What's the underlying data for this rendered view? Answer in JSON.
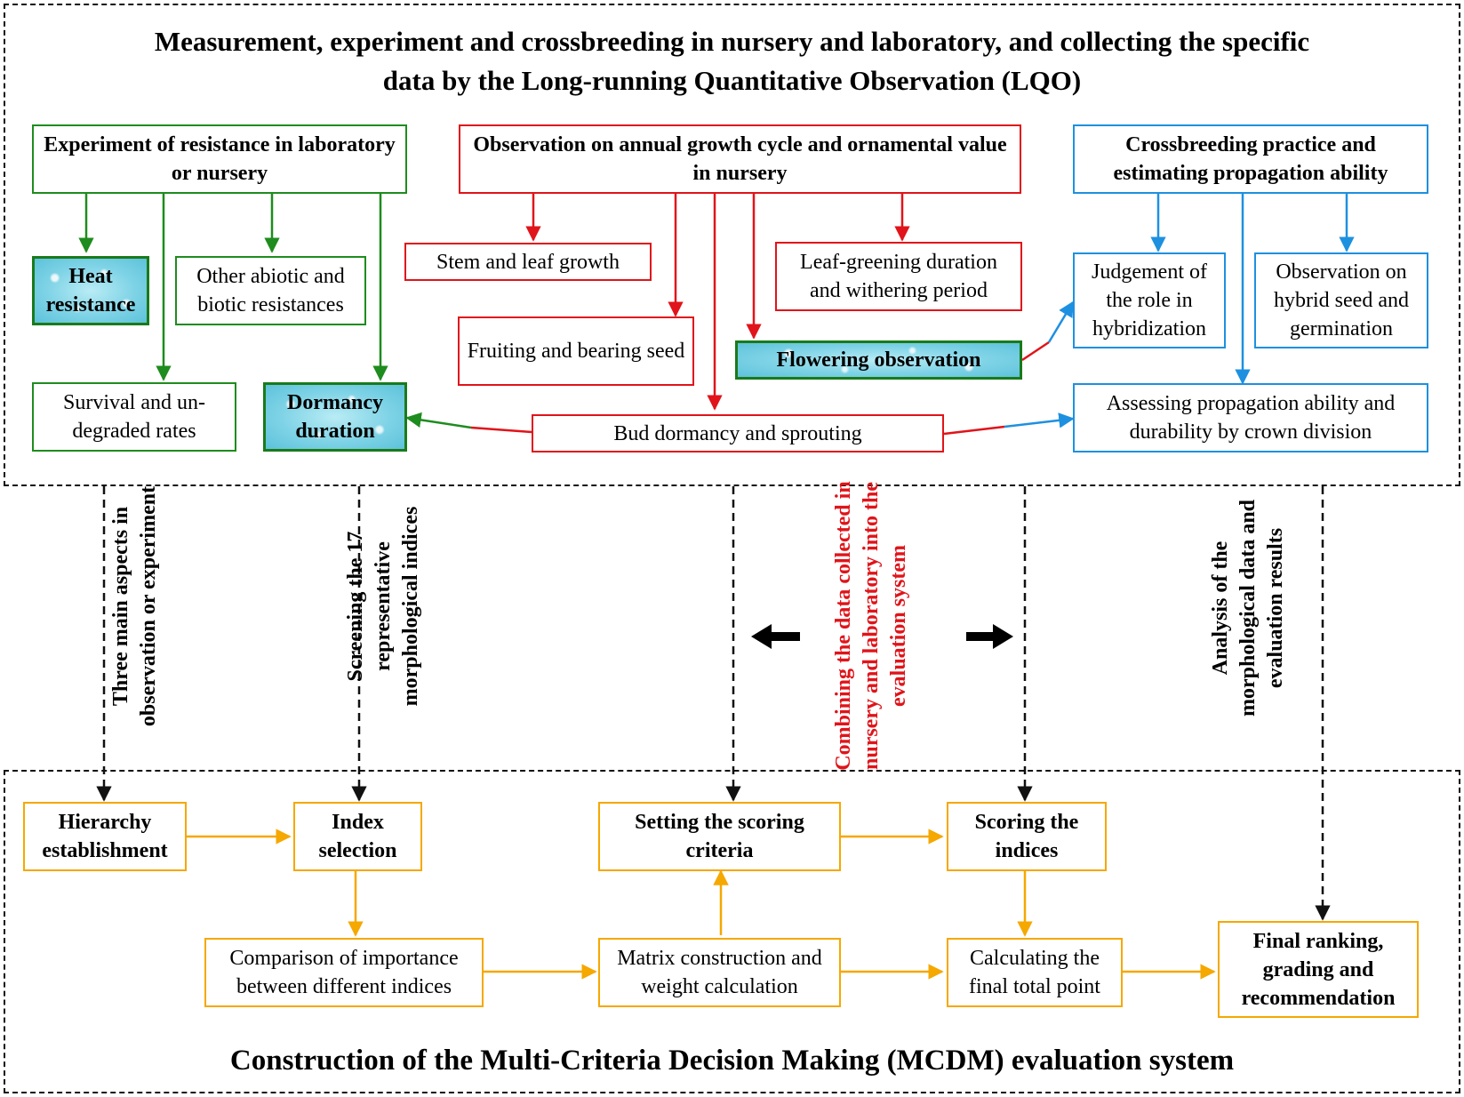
{
  "top_section": {
    "title_line1": "Measurement, experiment and crossbreeding in nursery and laboratory, and collecting the specific",
    "title_line2": "data by the Long-running Quantitative Observation (LQO)"
  },
  "green_group": {
    "header": "Experiment of resistance in laboratory or nursery",
    "heat_resistance": "Heat resistance",
    "other_resistances": "Other abiotic and biotic resistances",
    "survival_rates": "Survival and un-degraded rates",
    "dormancy_duration": "Dormancy duration"
  },
  "red_group": {
    "header": "Observation on annual growth cycle and ornamental value in nursery",
    "stem_leaf": "Stem and leaf growth",
    "fruiting": "Fruiting and bearing seed",
    "leaf_greening": "Leaf-greening duration and withering period",
    "flowering": "Flowering observation",
    "bud_dormancy": "Bud dormancy and sprouting"
  },
  "blue_group": {
    "header": "Crossbreeding practice and estimating propagation ability",
    "judgement": "Judgement of the role in hybridization",
    "hybrid_seed": "Observation on hybrid seed and germination",
    "propagation": "Assessing propagation ability and durability by crown division"
  },
  "connectors": {
    "label_aspects": "Three main aspects in observation or experiment",
    "label_screening": "Screening the 17 representative morphological indices",
    "label_combining": "Combining the data collected in nursery and laboratory into the evaluation system",
    "label_analysis": "Analysis of the morphological data and evaluation results"
  },
  "bottom_section": {
    "hierarchy": "Hierarchy establishment",
    "index_selection": "Index selection",
    "setting_criteria": "Setting the scoring criteria",
    "scoring_indices": "Scoring the indices",
    "comparison": "Comparison of importance between different indices",
    "matrix": "Matrix construction and weight calculation",
    "calculating": "Calculating the final total point",
    "final_ranking": "Final ranking, grading and recommendation",
    "title": "Construction of the Multi-Criteria Decision Making (MCDM) evaluation system"
  },
  "colors": {
    "green": "#1e8c1e",
    "red": "#e0141a",
    "blue": "#1e90e0",
    "orange": "#f5a800",
    "dashed": "#111111"
  }
}
